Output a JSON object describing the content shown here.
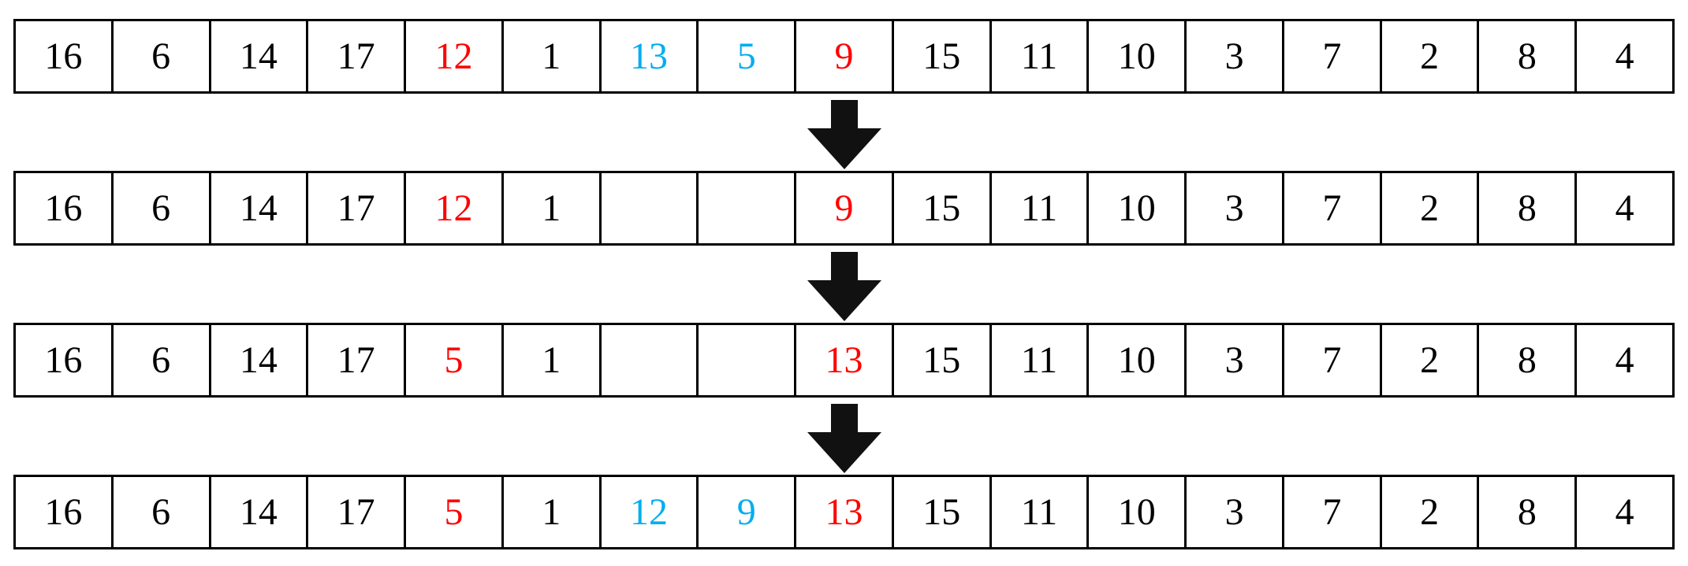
{
  "diagram": {
    "description": "Array sorting step diagram: four array states of 17 cells connected by downward arrows",
    "colors": {
      "default": "#000000",
      "highlight_red": "#ff0000",
      "highlight_blue": "#00aeef",
      "arrow": "#111111",
      "border": "#000000",
      "background": "#ffffff"
    },
    "arrows": [
      {
        "icon": "down-arrow",
        "over_cell_index": 8
      },
      {
        "icon": "down-arrow",
        "over_cell_index": 8
      },
      {
        "icon": "down-arrow",
        "over_cell_index": 8
      }
    ],
    "rows": [
      {
        "name": "step-1",
        "cells": [
          {
            "value": "16",
            "color": "default"
          },
          {
            "value": "6",
            "color": "default"
          },
          {
            "value": "14",
            "color": "default"
          },
          {
            "value": "17",
            "color": "default"
          },
          {
            "value": "12",
            "color": "red"
          },
          {
            "value": "1",
            "color": "default"
          },
          {
            "value": "13",
            "color": "blue"
          },
          {
            "value": "5",
            "color": "blue"
          },
          {
            "value": "9",
            "color": "red"
          },
          {
            "value": "15",
            "color": "default"
          },
          {
            "value": "11",
            "color": "default"
          },
          {
            "value": "10",
            "color": "default"
          },
          {
            "value": "3",
            "color": "default"
          },
          {
            "value": "7",
            "color": "default"
          },
          {
            "value": "2",
            "color": "default"
          },
          {
            "value": "8",
            "color": "default"
          },
          {
            "value": "4",
            "color": "default"
          }
        ]
      },
      {
        "name": "step-2",
        "cells": [
          {
            "value": "16",
            "color": "default"
          },
          {
            "value": "6",
            "color": "default"
          },
          {
            "value": "14",
            "color": "default"
          },
          {
            "value": "17",
            "color": "default"
          },
          {
            "value": "12",
            "color": "red"
          },
          {
            "value": "1",
            "color": "default"
          },
          {
            "value": "",
            "color": "default"
          },
          {
            "value": "",
            "color": "default"
          },
          {
            "value": "9",
            "color": "red"
          },
          {
            "value": "15",
            "color": "default"
          },
          {
            "value": "11",
            "color": "default"
          },
          {
            "value": "10",
            "color": "default"
          },
          {
            "value": "3",
            "color": "default"
          },
          {
            "value": "7",
            "color": "default"
          },
          {
            "value": "2",
            "color": "default"
          },
          {
            "value": "8",
            "color": "default"
          },
          {
            "value": "4",
            "color": "default"
          }
        ]
      },
      {
        "name": "step-3",
        "cells": [
          {
            "value": "16",
            "color": "default"
          },
          {
            "value": "6",
            "color": "default"
          },
          {
            "value": "14",
            "color": "default"
          },
          {
            "value": "17",
            "color": "default"
          },
          {
            "value": "5",
            "color": "red"
          },
          {
            "value": "1",
            "color": "default"
          },
          {
            "value": "",
            "color": "default"
          },
          {
            "value": "",
            "color": "default"
          },
          {
            "value": "13",
            "color": "red"
          },
          {
            "value": "15",
            "color": "default"
          },
          {
            "value": "11",
            "color": "default"
          },
          {
            "value": "10",
            "color": "default"
          },
          {
            "value": "3",
            "color": "default"
          },
          {
            "value": "7",
            "color": "default"
          },
          {
            "value": "2",
            "color": "default"
          },
          {
            "value": "8",
            "color": "default"
          },
          {
            "value": "4",
            "color": "default"
          }
        ]
      },
      {
        "name": "step-4",
        "cells": [
          {
            "value": "16",
            "color": "default"
          },
          {
            "value": "6",
            "color": "default"
          },
          {
            "value": "14",
            "color": "default"
          },
          {
            "value": "17",
            "color": "default"
          },
          {
            "value": "5",
            "color": "red"
          },
          {
            "value": "1",
            "color": "default"
          },
          {
            "value": "12",
            "color": "blue"
          },
          {
            "value": "9",
            "color": "blue"
          },
          {
            "value": "13",
            "color": "red"
          },
          {
            "value": "15",
            "color": "default"
          },
          {
            "value": "11",
            "color": "default"
          },
          {
            "value": "10",
            "color": "default"
          },
          {
            "value": "3",
            "color": "default"
          },
          {
            "value": "7",
            "color": "default"
          },
          {
            "value": "2",
            "color": "default"
          },
          {
            "value": "8",
            "color": "default"
          },
          {
            "value": "4",
            "color": "default"
          }
        ]
      }
    ]
  }
}
